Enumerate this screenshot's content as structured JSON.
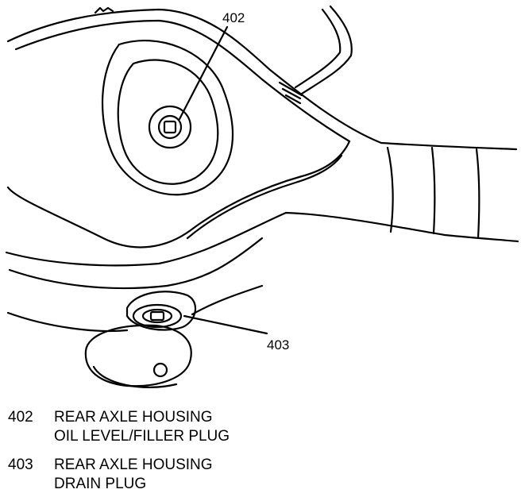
{
  "diagram": {
    "callouts": [
      {
        "id": "402",
        "label": "402"
      },
      {
        "id": "403",
        "label": "403"
      }
    ]
  },
  "legend": [
    {
      "number": "402",
      "lines": [
        "REAR AXLE HOUSING",
        "OIL LEVEL/FILLER PLUG"
      ]
    },
    {
      "number": "403",
      "lines": [
        "REAR AXLE HOUSING",
        "DRAIN PLUG"
      ]
    }
  ]
}
